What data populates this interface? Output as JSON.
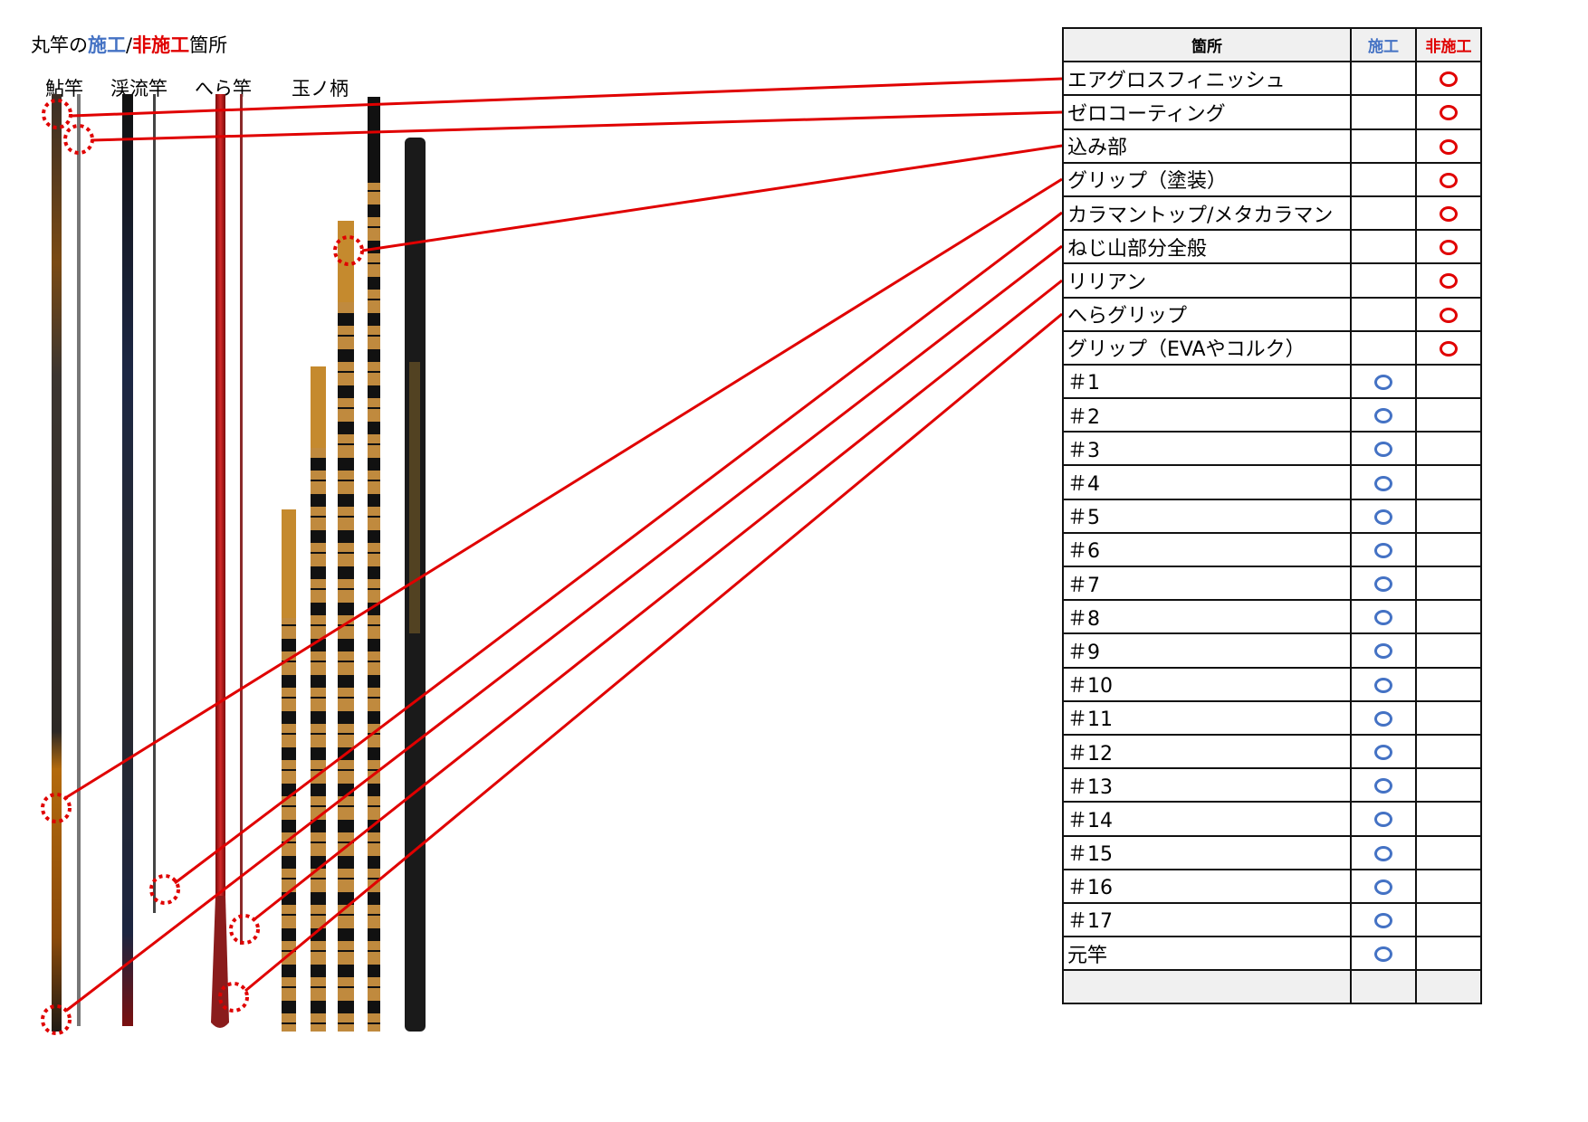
{
  "title": {
    "prefix": "丸竿の",
    "applied": "施工",
    "slash": "/",
    "not_applied": "非施工",
    "suffix": "箇所"
  },
  "categories": [
    "鮎竿",
    "渓流竿",
    "へら竿",
    "玉ノ柄"
  ],
  "colors": {
    "applied": "#4472c4",
    "not_applied": "#e00000",
    "leader_line": "#e00000"
  },
  "table": {
    "headers": [
      "箇所",
      "施工",
      "非施工"
    ],
    "rows": [
      {
        "name": "エアグロスフィニッシュ",
        "applied": "",
        "not_applied": "○"
      },
      {
        "name": "ゼロコーティング",
        "applied": "",
        "not_applied": "○"
      },
      {
        "name": "込み部",
        "applied": "",
        "not_applied": "○"
      },
      {
        "name": "グリップ（塗装）",
        "applied": "",
        "not_applied": "○"
      },
      {
        "name": "カラマントップ/メタカラマン",
        "applied": "",
        "not_applied": "○"
      },
      {
        "name": "ねじ山部分全般",
        "applied": "",
        "not_applied": "○"
      },
      {
        "name": "リリアン",
        "applied": "",
        "not_applied": "○"
      },
      {
        "name": "へらグリップ",
        "applied": "",
        "not_applied": "○"
      },
      {
        "name": "グリップ（EVAやコルク）",
        "applied": "",
        "not_applied": "○"
      },
      {
        "name": "＃1",
        "applied": "○",
        "not_applied": ""
      },
      {
        "name": "＃2",
        "applied": "○",
        "not_applied": ""
      },
      {
        "name": "＃3",
        "applied": "○",
        "not_applied": ""
      },
      {
        "name": "＃4",
        "applied": "○",
        "not_applied": ""
      },
      {
        "name": "＃5",
        "applied": "○",
        "not_applied": ""
      },
      {
        "name": "＃6",
        "applied": "○",
        "not_applied": ""
      },
      {
        "name": "＃7",
        "applied": "○",
        "not_applied": ""
      },
      {
        "name": "＃8",
        "applied": "○",
        "not_applied": ""
      },
      {
        "name": "＃9",
        "applied": "○",
        "not_applied": ""
      },
      {
        "name": "＃10",
        "applied": "○",
        "not_applied": ""
      },
      {
        "name": "＃11",
        "applied": "○",
        "not_applied": ""
      },
      {
        "name": "＃12",
        "applied": "○",
        "not_applied": ""
      },
      {
        "name": "＃13",
        "applied": "○",
        "not_applied": ""
      },
      {
        "name": "＃14",
        "applied": "○",
        "not_applied": ""
      },
      {
        "name": "＃15",
        "applied": "○",
        "not_applied": ""
      },
      {
        "name": "＃16",
        "applied": "○",
        "not_applied": ""
      },
      {
        "name": "＃17",
        "applied": "○",
        "not_applied": ""
      },
      {
        "name": "元竿",
        "applied": "○",
        "not_applied": ""
      },
      {
        "name": "",
        "applied": "",
        "not_applied": ""
      }
    ]
  }
}
